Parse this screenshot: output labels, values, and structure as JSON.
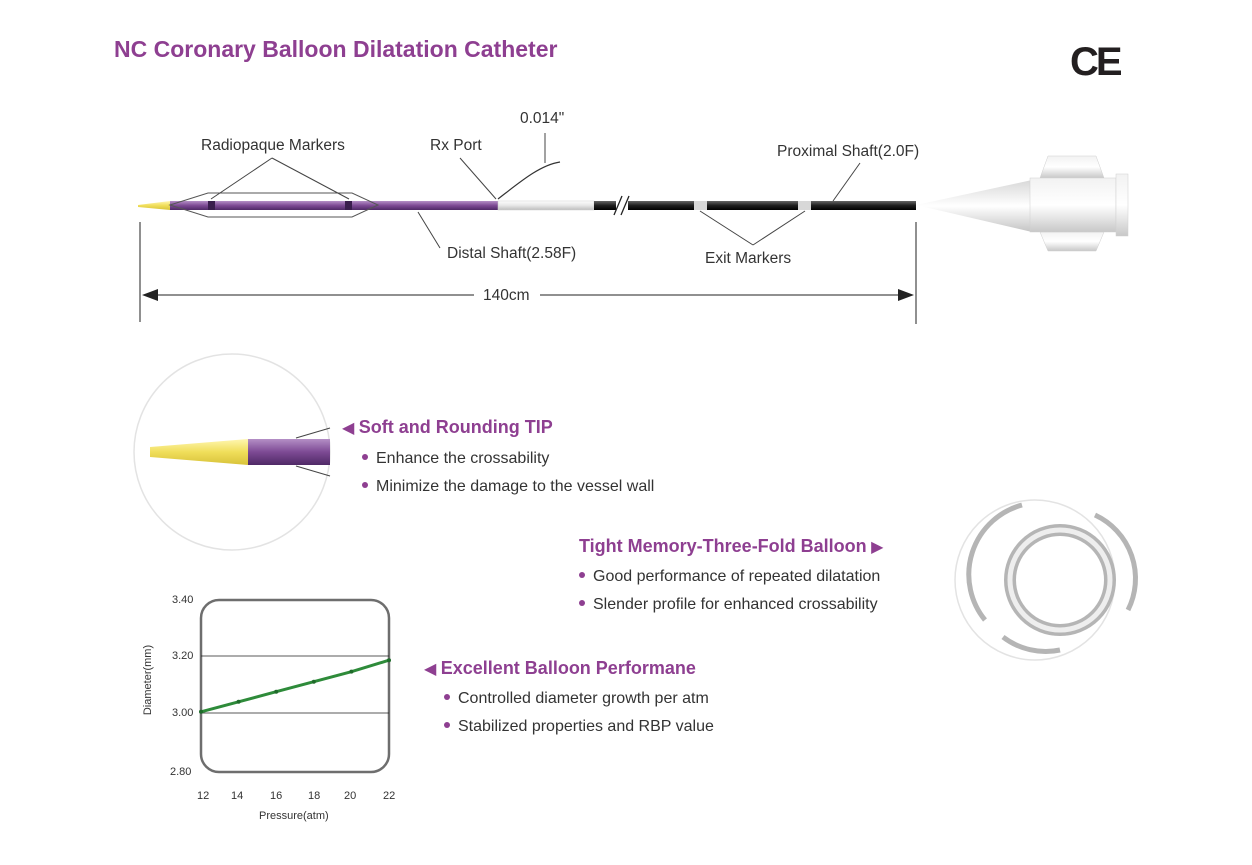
{
  "header": {
    "title": "NC Coronary Balloon Dilatation Catheter",
    "mark": "CE"
  },
  "catheter": {
    "labels": {
      "radiopaque": "Radiopaque Markers",
      "rx_port": "Rx Port",
      "guidewire": "0.014\"",
      "proximal": "Proximal Shaft(2.0F)",
      "distal": "Distal Shaft(2.58F)",
      "exit": "Exit Markers",
      "length": "140cm"
    },
    "colors": {
      "tip": "#f0de5a",
      "shaft": "#7d4a94",
      "proximal": "#2a2a2a"
    }
  },
  "features": {
    "tip": {
      "title": "Soft and Rounding TIP",
      "bullets": [
        "Enhance the crossability",
        "Minimize the damage to the vessel wall"
      ]
    },
    "balloon": {
      "title": "Tight Memory-Three-Fold Balloon",
      "bullets": [
        "Good performance of repeated dilatation",
        "Slender profile for enhanced crossability"
      ]
    },
    "performance": {
      "title": "Excellent Balloon Performane",
      "bullets": [
        "Controlled diameter growth per atm",
        "Stabilized properties and RBP value"
      ]
    }
  },
  "chart_data": {
    "type": "line",
    "xlabel": "Pressure(atm)",
    "ylabel": "Diameter(mm)",
    "x_ticks": [
      "12",
      "14",
      "16",
      "18",
      "20",
      "22"
    ],
    "y_ticks": [
      "2.80",
      "3.00",
      "3.20",
      "3.40"
    ],
    "xlim": [
      12,
      22
    ],
    "ylim": [
      2.8,
      3.4
    ],
    "series": [
      {
        "x": [
          12,
          14,
          16,
          18,
          20,
          22
        ],
        "y": [
          3.01,
          3.045,
          3.08,
          3.115,
          3.15,
          3.19
        ],
        "color": "#2e8b3a"
      }
    ]
  }
}
